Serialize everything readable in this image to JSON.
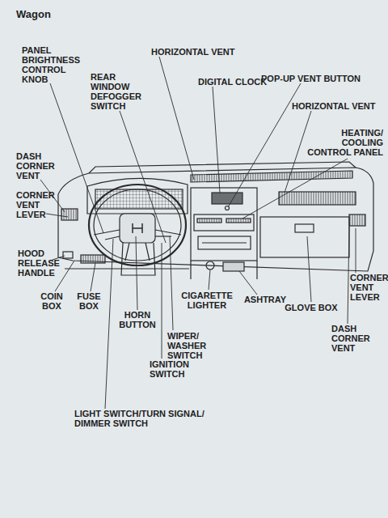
{
  "diagram": {
    "title": "Wagon",
    "labels": [
      "PANEL BRIGHTNESS CONTROL KNOB",
      "REAR WINDOW DEFOGGER SWITCH",
      "HORIZONTAL VENT",
      "DIGITAL CLOCK",
      "POP-UP VENT BUTTON",
      "HORIZONTAL VENT",
      "HEATING/ COOLING CONTROL PANEL",
      "DASH CORNER VENT",
      "CORNER VENT LEVER",
      "HOOD RELEASE HANDLE",
      "COIN BOX",
      "FUSE BOX",
      "HORN BUTTON",
      "CIGARETTE LIGHTER",
      "ASHTRAY",
      "GLOVE BOX",
      "CORNER VENT LEVER",
      "DASH CORNER VENT",
      "WIPER/ WASHER SWITCH",
      "IGNITION SWITCH",
      "LIGHT SWITCH/TURN SIGNAL/ DIMMER SWITCH"
    ]
  }
}
